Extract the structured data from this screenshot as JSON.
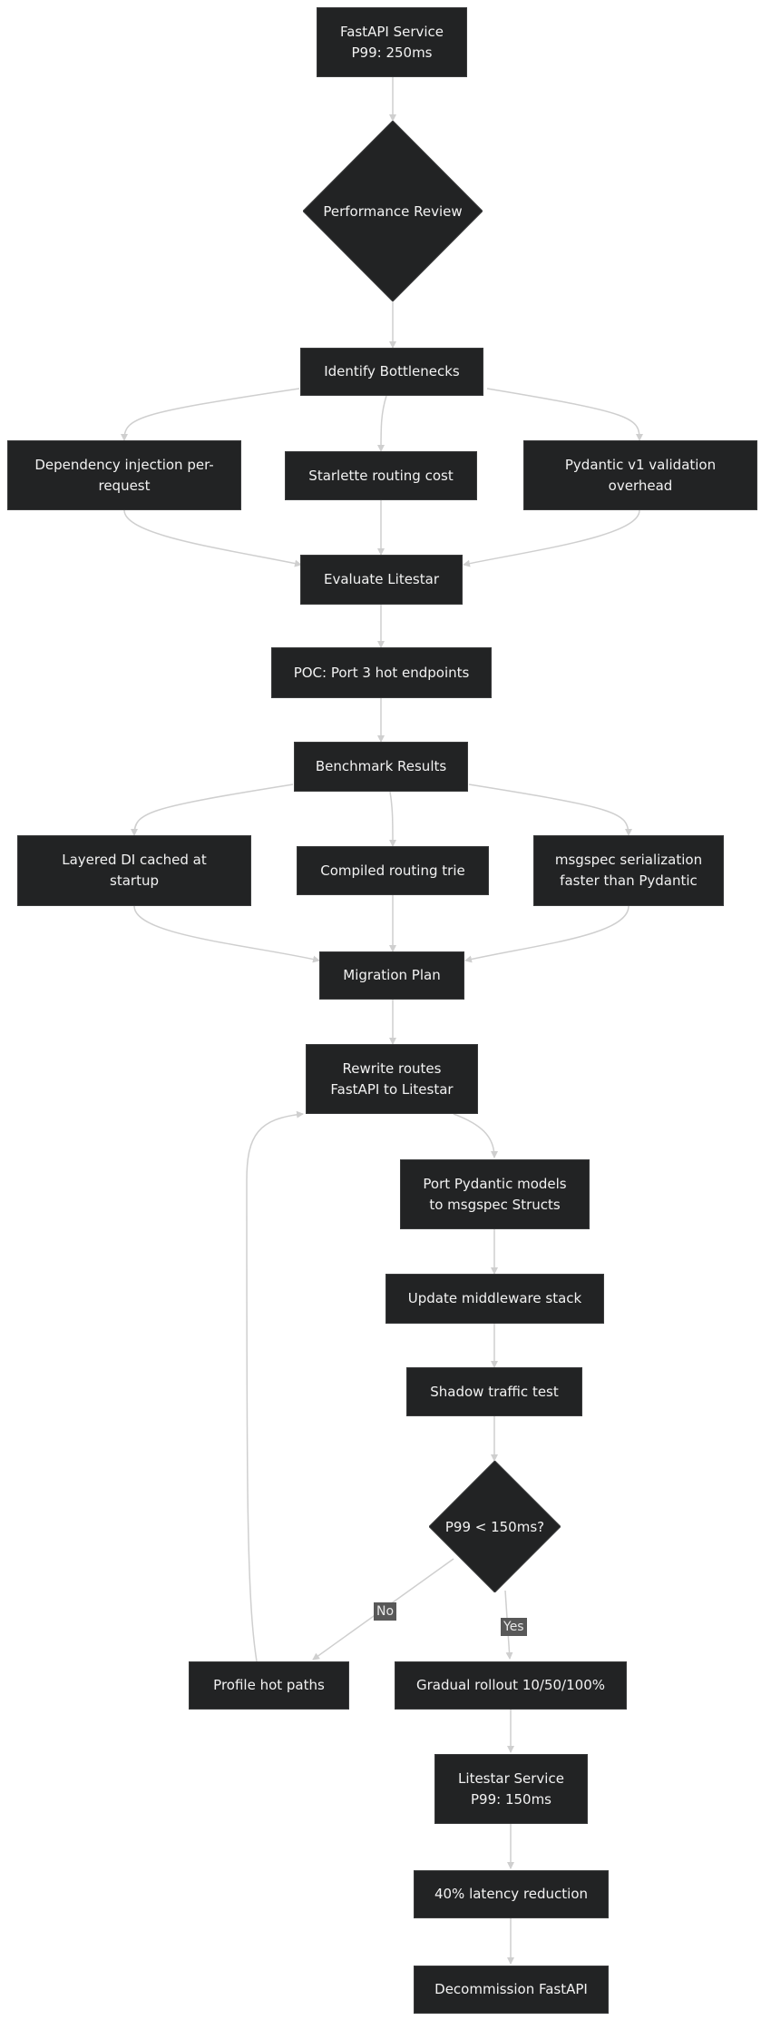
{
  "nodes": {
    "fastapi_service": {
      "line1": "FastAPI Service",
      "line2": "P99: 250ms"
    },
    "performance_review": "Performance Review",
    "identify_bottlenecks": "Identify Bottlenecks",
    "dependency_injection": {
      "line1": "Dependency injection per-",
      "line2": "request"
    },
    "starlette_routing": "Starlette routing cost",
    "pydantic_v1": {
      "line1": "Pydantic v1 validation",
      "line2": "overhead"
    },
    "evaluate_litestar": "Evaluate Litestar",
    "poc": "POC: Port 3 hot endpoints",
    "benchmark_results": "Benchmark Results",
    "layered_di": {
      "line1": "Layered DI cached at",
      "line2": "startup"
    },
    "compiled_routing": "Compiled routing trie",
    "msgspec_serialization": {
      "line1": "msgspec serialization",
      "line2": "faster than Pydantic"
    },
    "migration_plan": "Migration Plan",
    "rewrite_routes": {
      "line1": "Rewrite routes",
      "line2": "FastAPI to Litestar"
    },
    "port_pydantic": {
      "line1": "Port Pydantic models",
      "line2": "to msgspec Structs"
    },
    "update_middleware": "Update middleware stack",
    "shadow_traffic": "Shadow traffic test",
    "p99_check": "P99 < 150ms?",
    "profile_hot_paths": "Profile hot paths",
    "gradual_rollout": "Gradual rollout 10/50/100%",
    "litestar_service": {
      "line1": "Litestar Service",
      "line2": "P99: 150ms"
    },
    "latency_reduction": "40% latency reduction",
    "decommission": "Decommission FastAPI"
  },
  "edge_labels": {
    "no": "No",
    "yes": "Yes"
  },
  "colors": {
    "node_fill": "#222324",
    "edge": "#cfcfcf",
    "label_fill": "#585858",
    "text": "#f2f2f2"
  }
}
